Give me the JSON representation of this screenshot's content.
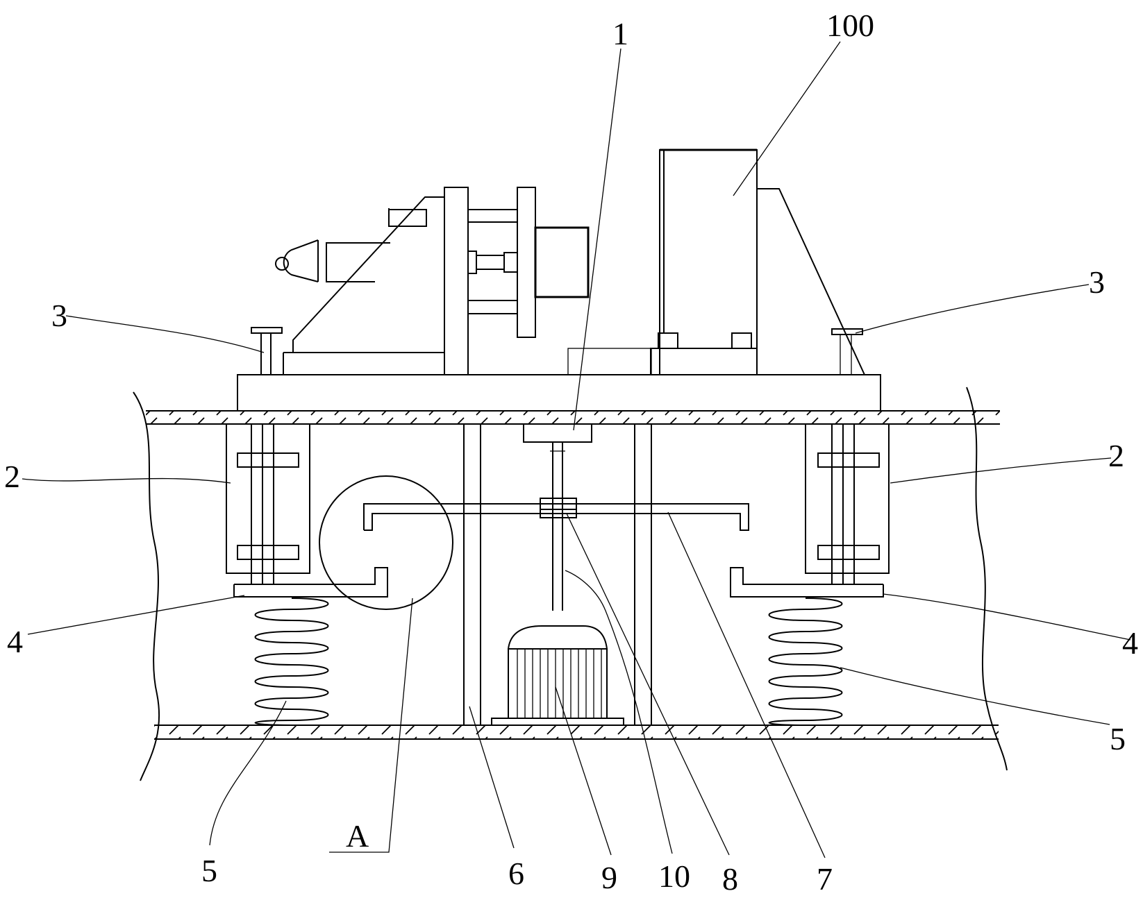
{
  "labels": {
    "top_1": "1",
    "top_100": "100",
    "left_3": "3",
    "right_3": "3",
    "left_2": "2",
    "right_2": "2",
    "left_4": "4",
    "right_4": "4",
    "left_5": "5",
    "right_5": "5",
    "bottom_A": "A",
    "bottom_6": "6",
    "bottom_9": "9",
    "bottom_10": "10",
    "bottom_8": "8",
    "bottom_7": "7"
  }
}
